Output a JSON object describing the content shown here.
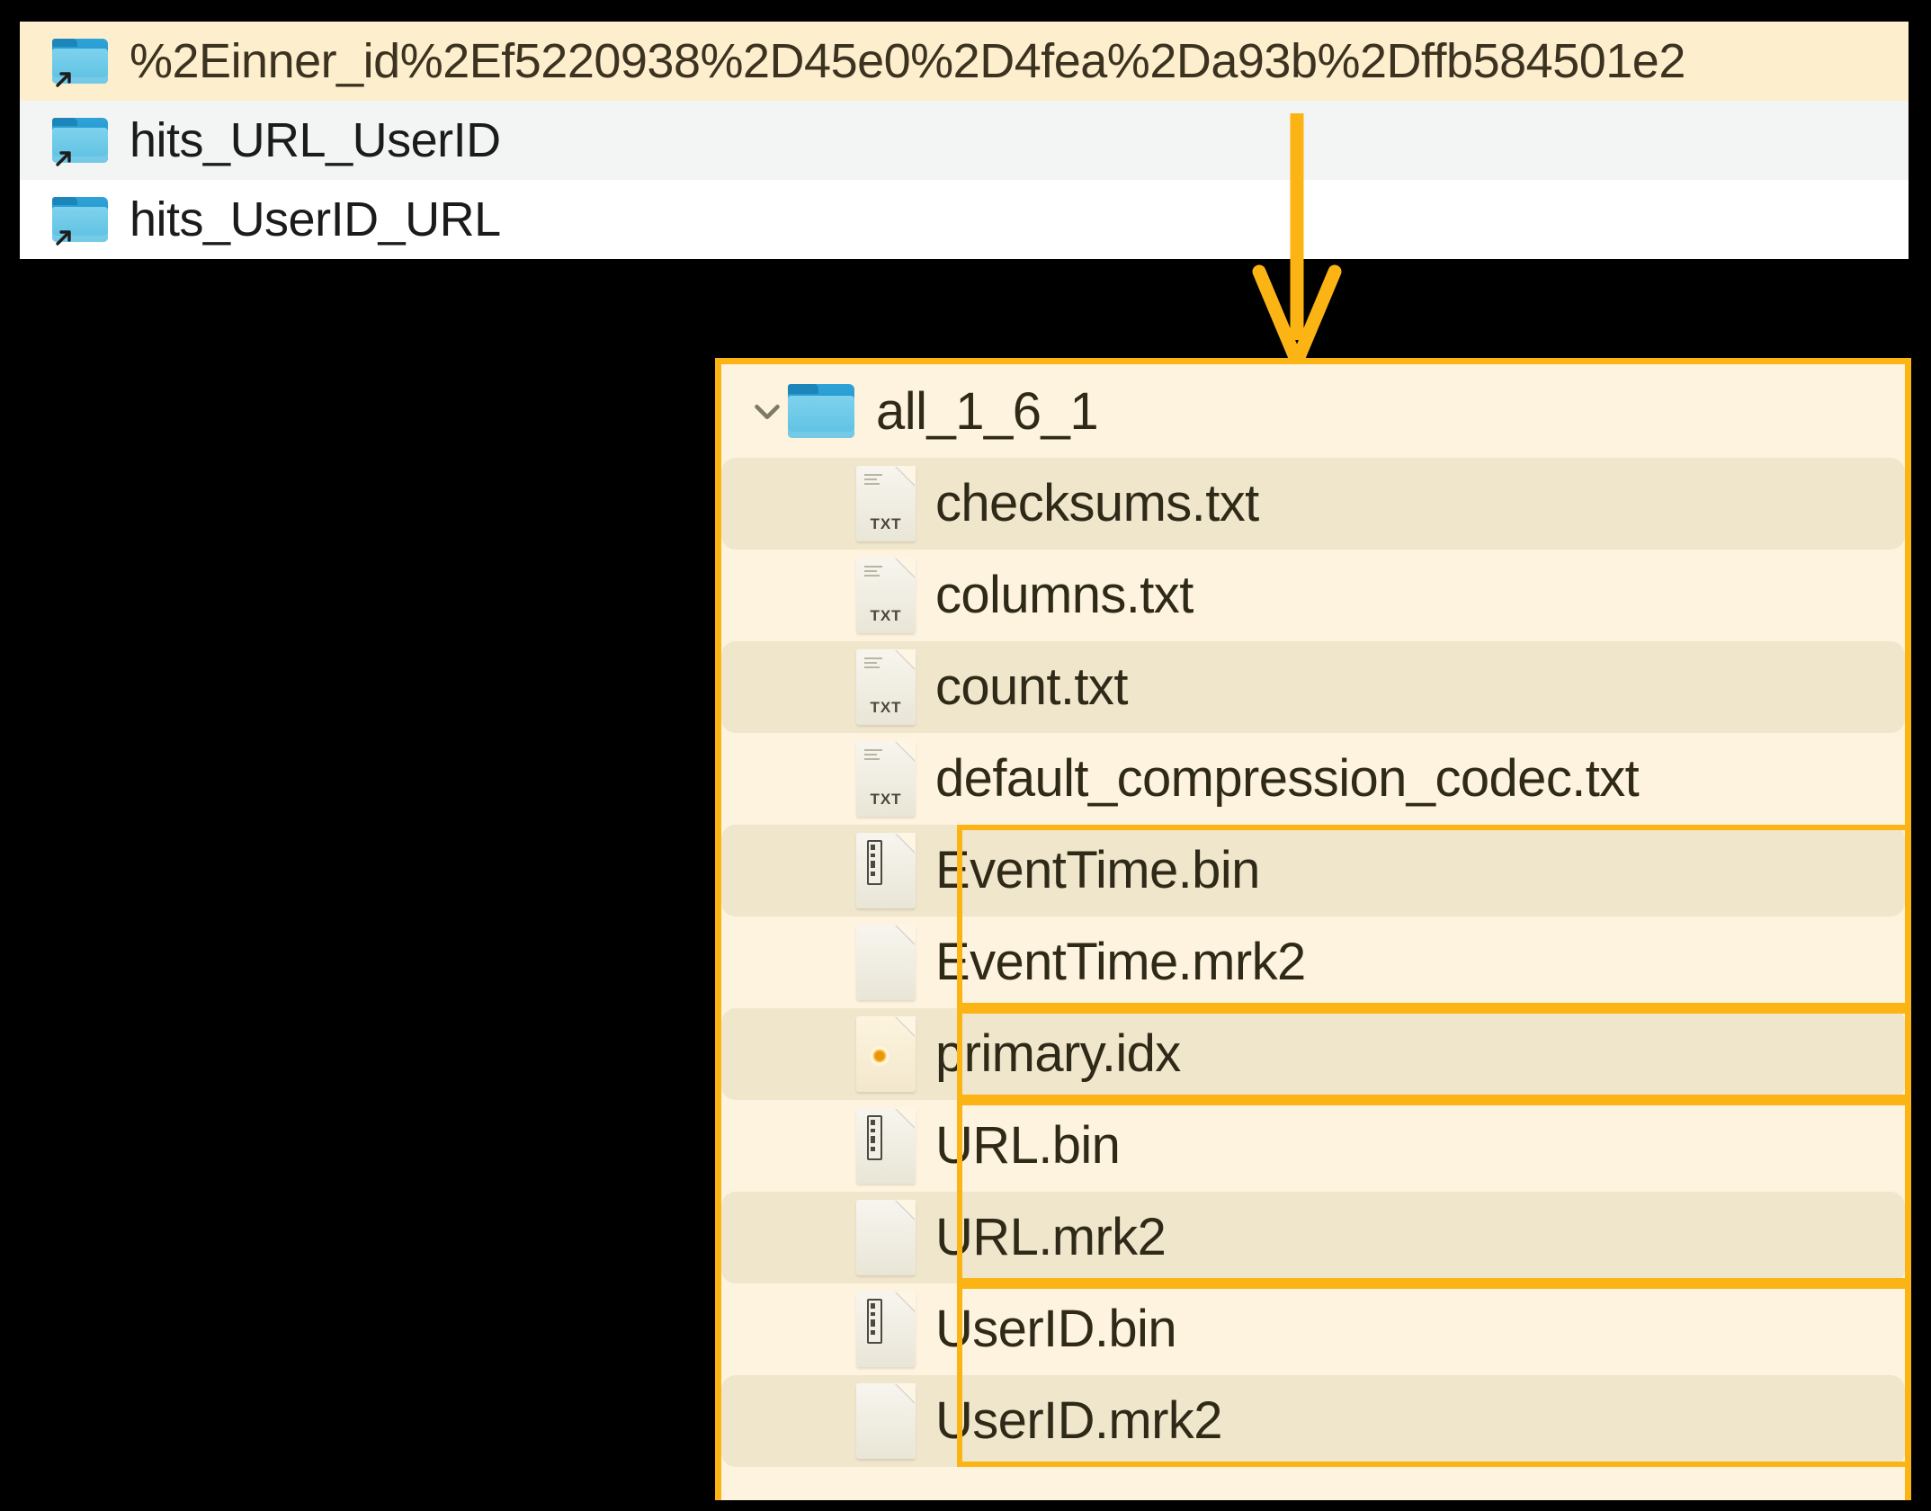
{
  "colors": {
    "accent_orange": "#fcb415",
    "panel_background": "#fdf3de",
    "highlight_row": "#fdeecd",
    "alt_row": "#f2f5f4",
    "text": "#2f2a18",
    "folder_blue": "#5cc0e2",
    "page_background": "#000000"
  },
  "top_panel": {
    "rows": [
      {
        "icon": "folder-link-icon",
        "label": "%2Einner_id%2Ef5220938%2D45e0%2D4fea%2Da93b%2Dffb584501e2",
        "state": "highlighted"
      },
      {
        "icon": "folder-link-icon",
        "label": "hits_URL_UserID",
        "state": "alt"
      },
      {
        "icon": "folder-link-icon",
        "label": "hits_UserID_URL",
        "state": "plain"
      }
    ]
  },
  "connector": {
    "icon": "down-arrow-icon",
    "color": "#fcb415"
  },
  "detail_panel": {
    "root": {
      "chevron": "chevron-down-icon",
      "icon": "folder-icon",
      "label": "all_1_6_1",
      "expanded": true
    },
    "files": [
      {
        "name": "checksums.txt",
        "icon": "txt-file-icon",
        "ext": "TXT",
        "stripe": true,
        "boxed": false,
        "box": "none"
      },
      {
        "name": "columns.txt",
        "icon": "txt-file-icon",
        "ext": "TXT",
        "stripe": false,
        "boxed": false,
        "box": "none"
      },
      {
        "name": "count.txt",
        "icon": "txt-file-icon",
        "ext": "TXT",
        "stripe": true,
        "boxed": false,
        "box": "none"
      },
      {
        "name": "default_compression_codec.txt",
        "icon": "txt-file-icon",
        "ext": "TXT",
        "stripe": false,
        "boxed": false,
        "box": "none"
      },
      {
        "name": "EventTime.bin",
        "icon": "bin-file-icon",
        "ext": "",
        "stripe": true,
        "boxed": true,
        "box": "open-bottom"
      },
      {
        "name": "EventTime.mrk2",
        "icon": "mrk-file-icon",
        "ext": "",
        "stripe": false,
        "boxed": true,
        "box": "open-top"
      },
      {
        "name": "primary.idx",
        "icon": "idx-file-icon",
        "ext": "",
        "stripe": true,
        "boxed": true,
        "box": "full"
      },
      {
        "name": "URL.bin",
        "icon": "bin-file-icon",
        "ext": "",
        "stripe": false,
        "boxed": true,
        "box": "open-bottom"
      },
      {
        "name": "URL.mrk2",
        "icon": "mrk-file-icon",
        "ext": "",
        "stripe": true,
        "boxed": true,
        "box": "open-top"
      },
      {
        "name": "UserID.bin",
        "icon": "bin-file-icon",
        "ext": "",
        "stripe": false,
        "boxed": true,
        "box": "open-bottom"
      },
      {
        "name": "UserID.mrk2",
        "icon": "mrk-file-icon",
        "ext": "",
        "stripe": true,
        "boxed": true,
        "box": "open-top"
      }
    ]
  }
}
